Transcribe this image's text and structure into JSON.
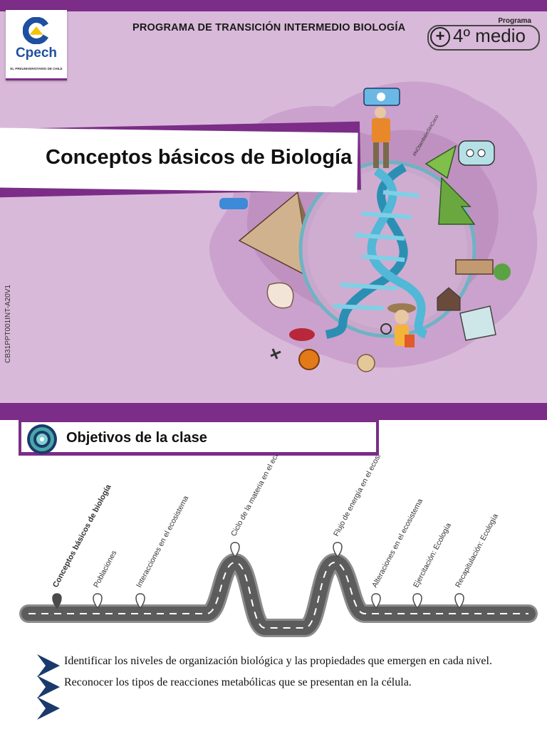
{
  "header": {
    "logo_name": "Cpech",
    "logo_tagline": "EL PREUNIVERSITARIO DE CHILE",
    "program_title": "PROGRAMA DE TRANSICIÓN  INTERMEDIO BIOLOGÍA",
    "badge_label": "Programa",
    "badge_level": "4º medio"
  },
  "slide1": {
    "code": "CB31PPT001INT-A20V1",
    "title": "Conceptos básicos de Biología",
    "illustration_sign": "#NOtambiénSinCoco"
  },
  "slide2": {
    "objectives_title": "Objetivos de la clase",
    "timeline": [
      {
        "label": "Conceptos básicos de biología",
        "current": true
      },
      {
        "label": "Poblaciones",
        "current": false
      },
      {
        "label": "Interacciones en el ecosistema",
        "current": false
      },
      {
        "label": "Ciclo de la materia en el ecosistema",
        "current": false
      },
      {
        "label": "Flujo de energía en el ecosistema",
        "current": false
      },
      {
        "label": "Alteraciones en el ecosistema",
        "current": false
      },
      {
        "label": "Ejercitación: Ecología",
        "current": false
      },
      {
        "label": "Recapitulación: Ecología",
        "current": false
      }
    ],
    "objectives": [
      "Identificar los niveles de organización biológica y las propiedades que emergen en cada nivel.",
      "Reconocer los tipos de reacciones metabólicas que se presentan en la célula.",
      ""
    ]
  },
  "colors": {
    "brand_purple": "#7b2d87",
    "slide_background": "#d9b9da",
    "chevron_navy": "#1b3a6b",
    "road_gray": "#8c8c8c"
  }
}
